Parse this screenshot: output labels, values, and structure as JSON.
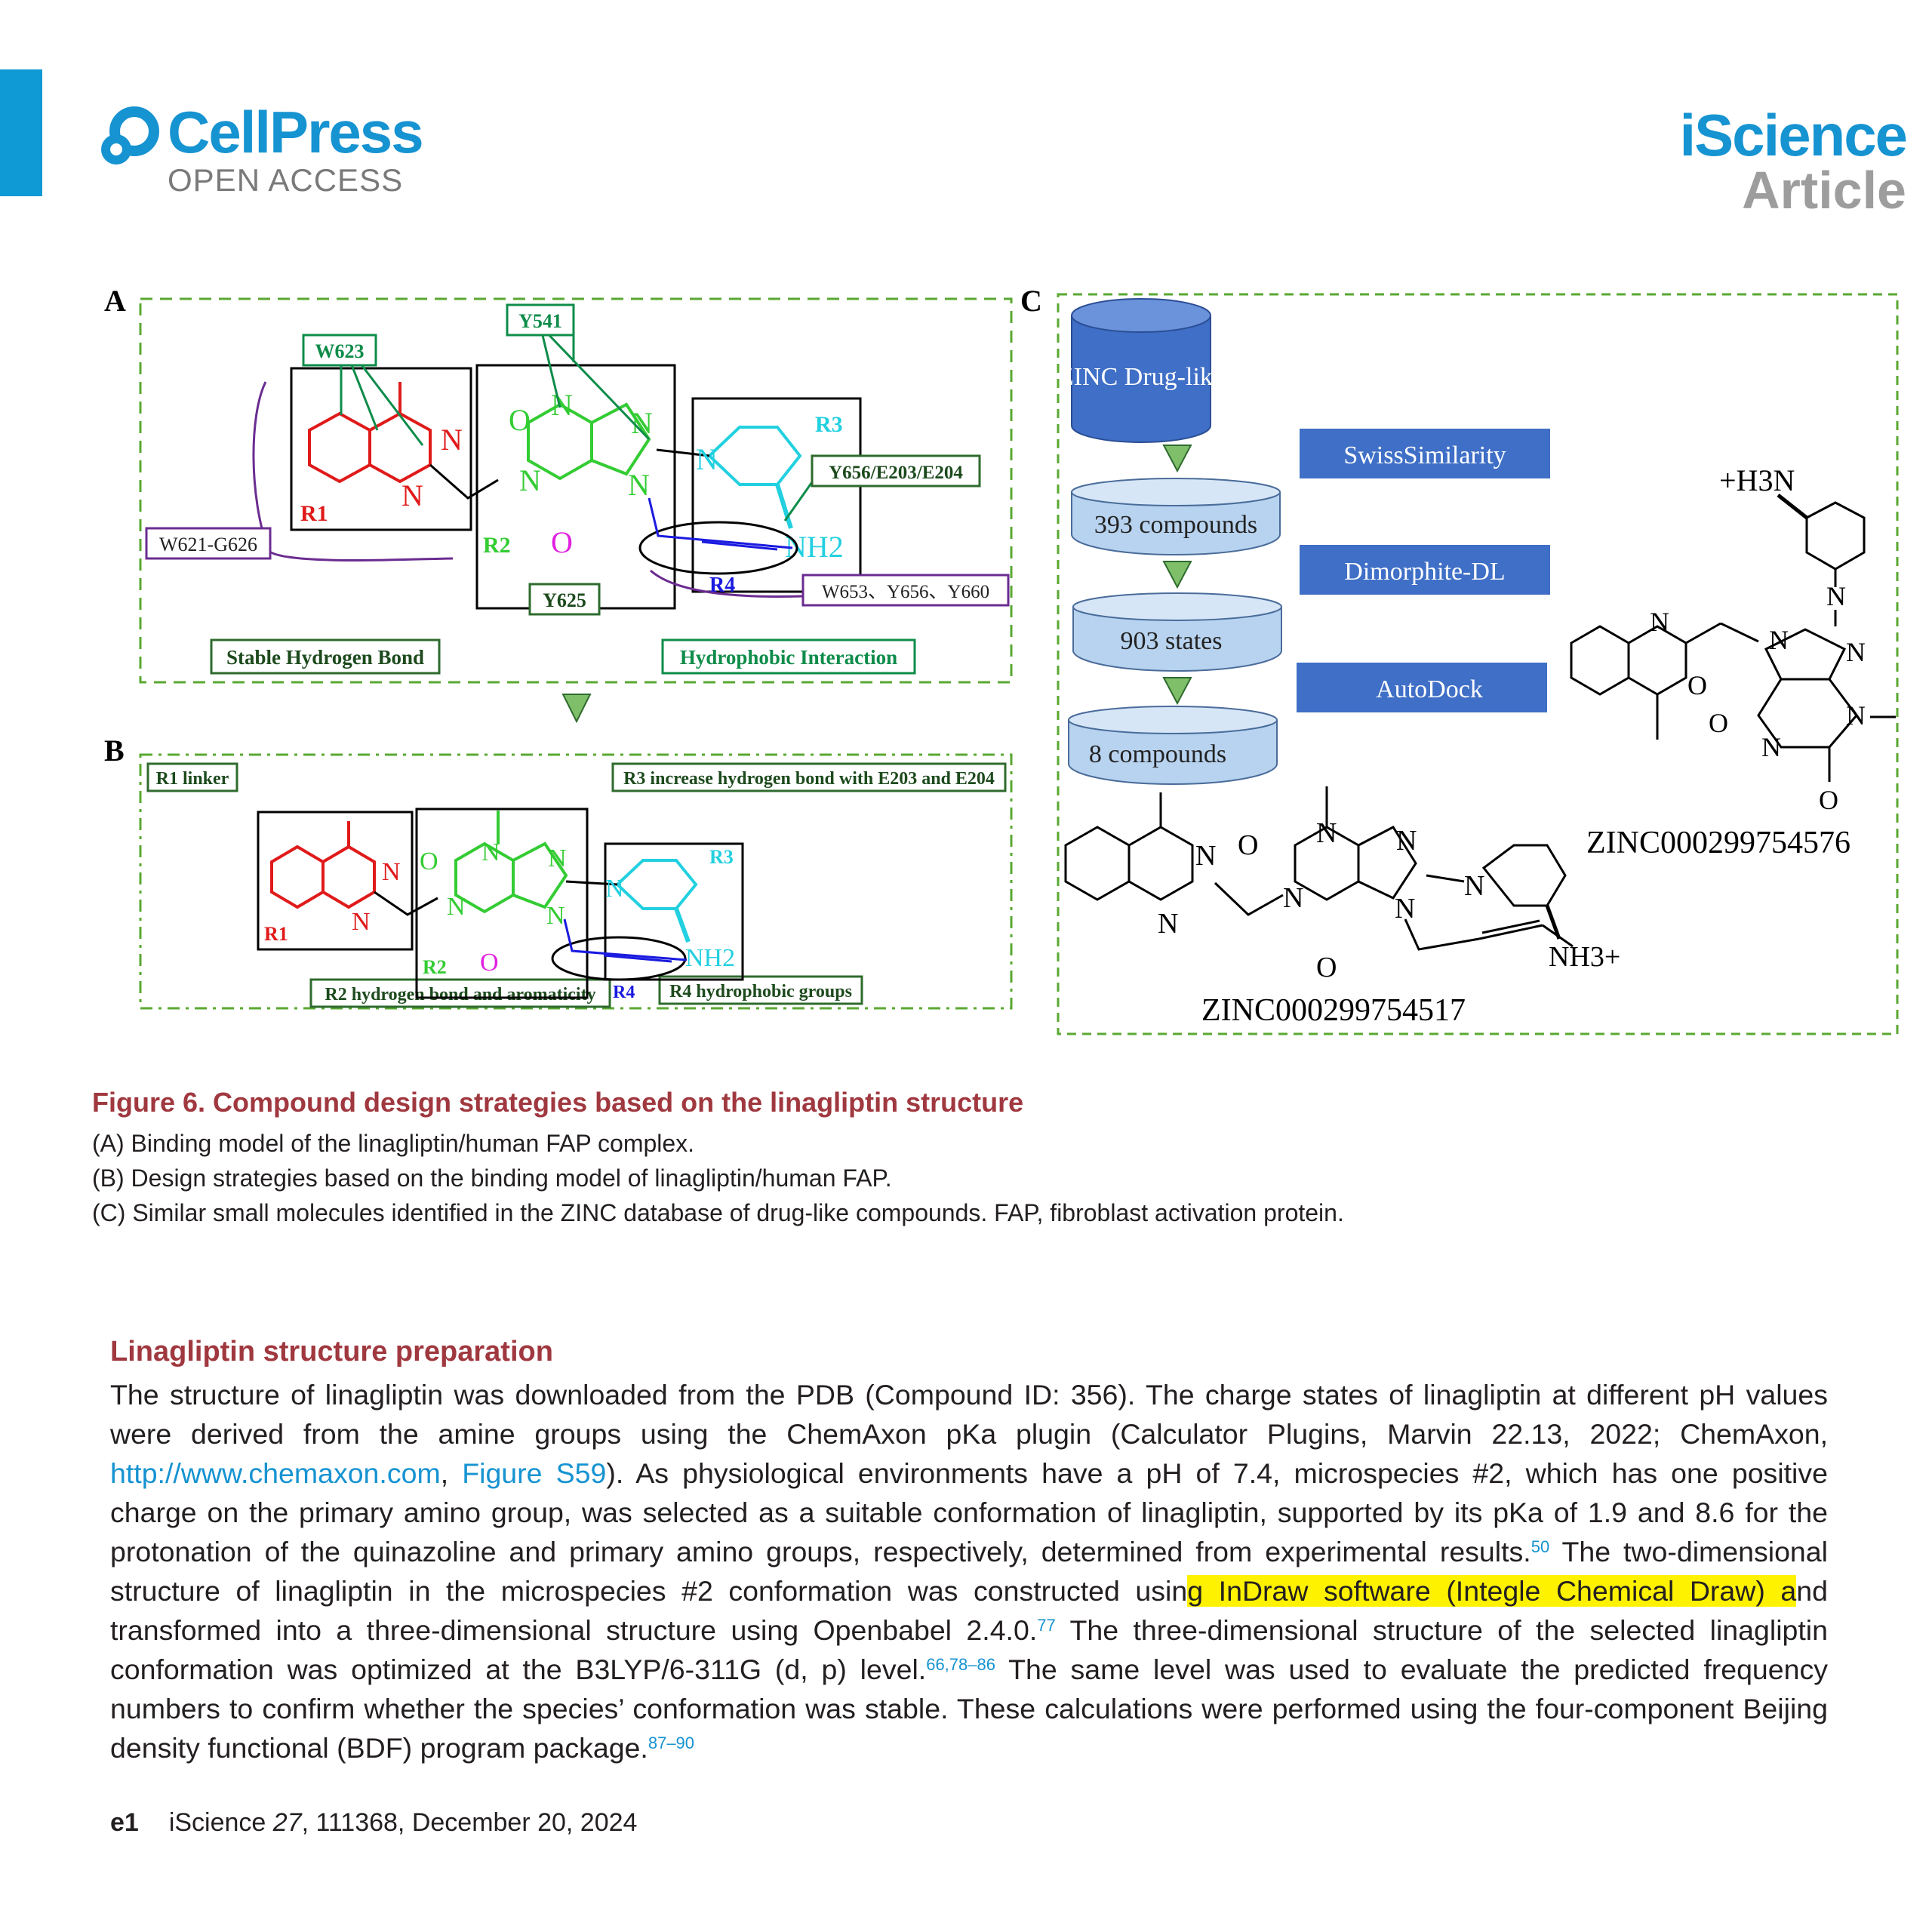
{
  "header": {
    "publisher": "CellPress",
    "publisher_sub": "OPEN ACCESS",
    "journal": "iScience",
    "article_type": "Article"
  },
  "figure": {
    "panel_a": {
      "label": "A",
      "residues": [
        "W623",
        "Y541",
        "Y656/E203/E204",
        "W621-G626",
        "Y625",
        "W653、Y656、Y660"
      ],
      "regions": [
        "R1",
        "R2",
        "R3",
        "R4"
      ],
      "atoms": {
        "N": "N",
        "O": "O",
        "NH2": "NH2"
      },
      "legend_left": "Stable Hydrogen Bond",
      "legend_right": "Hydrophobic Interaction"
    },
    "panel_b": {
      "label": "B",
      "notes": [
        "R1 linker",
        "R3 increase hydrogen bond with E203 and E204",
        "R2  hydrogen bond and aromaticity",
        "R4 hydrophobic groups"
      ],
      "regions": [
        "R1",
        "R2",
        "R3",
        "R4"
      ]
    },
    "panel_c": {
      "label": "C",
      "db": "ZINC Drug-like",
      "steps": [
        "393 compounds",
        "903 states",
        "8 compounds"
      ],
      "tools": [
        "SwissSimilarity",
        "Dimorphite-DL",
        "AutoDock"
      ],
      "compound_1": "ZINC000299754576",
      "compound_2": "ZINC000299754517",
      "nh3_top": "+H3N",
      "nh3_bottom": "NH3+"
    }
  },
  "caption": {
    "title": "Figure 6.  Compound design strategies based on the linagliptin structure",
    "lines": [
      "(A) Binding model of the linagliptin/human FAP complex.",
      "(B) Design strategies based on the binding model of linagliptin/human FAP.",
      "(C) Similar small molecules identified in the ZINC database of drug-like compounds. FAP, fibroblast activation protein."
    ]
  },
  "section": {
    "heading": "Linagliptin structure preparation",
    "p1": "The structure of linagliptin was downloaded from the PDB (Compound ID: 356). The charge states of linagliptin at different pH values were derived from the amine groups using the ChemAxon pKa plugin (Calculator Plugins, Marvin 22.13, 2022; ChemAxon, ",
    "link1": "http://www.chemaxon.com",
    "sep": ", ",
    "link2": "Figure S59",
    "p2": "). As physiological environments have a pH of 7.4, microspecies #2, which has one positive charge on the primary amino group, was selected as a suitable conformation of linagliptin, supported by its pKa of 1.9 and 8.6 for the protonation of the quinazoline and primary amino groups, respectively, determined from experimental results.",
    "ref1": "50",
    "p3": " The two-dimensional structure of linagliptin in the microspecies #2 conformation was constructed usin",
    "highlight": "g InDraw software (Integle Chemical Draw) a",
    "p4": "nd transformed into a three-dimensional structure using Openbabel 2.4.0.",
    "ref2": "77",
    "p5": " The three-dimensional structure of the selected linagliptin conformation was optimized at the B3LYP/6-311G (d, p) level.",
    "ref3": "66,78–86",
    "p6": " The same level was used to evaluate the predicted frequency numbers to confirm whether the species’ conformation was stable. These calculations were performed using the four-component Beijing density functional (BDF) program package.",
    "ref4": "87–90"
  },
  "footer": {
    "page": "e1",
    "journal": "iScience ",
    "volume": "27",
    "rest": ", 111368, December 20, 2024"
  }
}
